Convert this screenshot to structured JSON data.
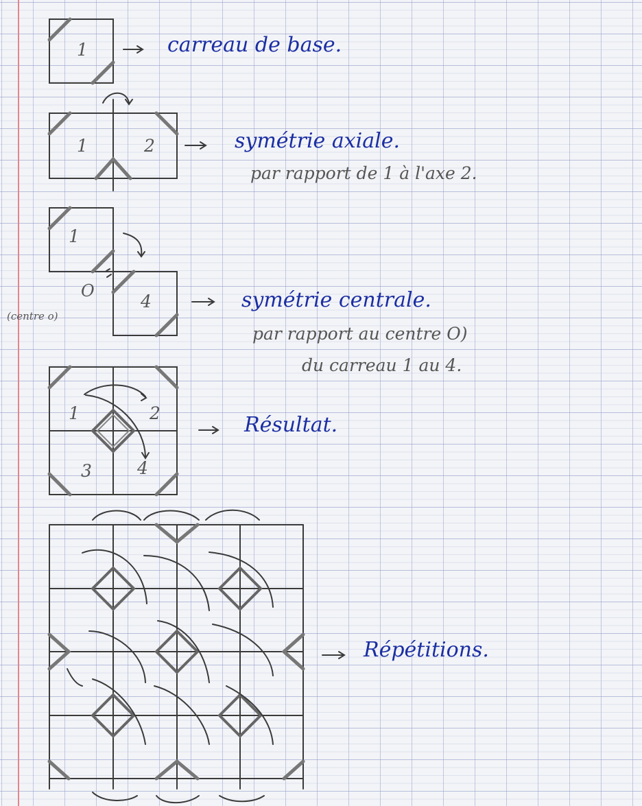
{
  "labels": {
    "base_tile": "carreau de base.",
    "axial": "symétrie axiale.",
    "axial_detail": "par rapport de 1 à l'axe 2.",
    "central": "symétrie centrale.",
    "central_detail_1": "par rapport au centre O)",
    "central_detail_2": "du carreau 1 au 4.",
    "result": "Résultat.",
    "repetitions": "Répétitions.",
    "center_note": "(centre o)",
    "center_letter": "O"
  },
  "tile_numbers": {
    "base": "1",
    "axial_left": "1",
    "axial_right": "2",
    "central_top": "1",
    "central_bottom": "4",
    "result_1": "1",
    "result_2": "2",
    "result_3": "3",
    "result_4": "4"
  },
  "colors": {
    "ink_blue": "#1b2ea3",
    "pencil": "#3a3a3a",
    "margin_red": "#e4848e",
    "grid_blue": "#9aa3d0"
  }
}
